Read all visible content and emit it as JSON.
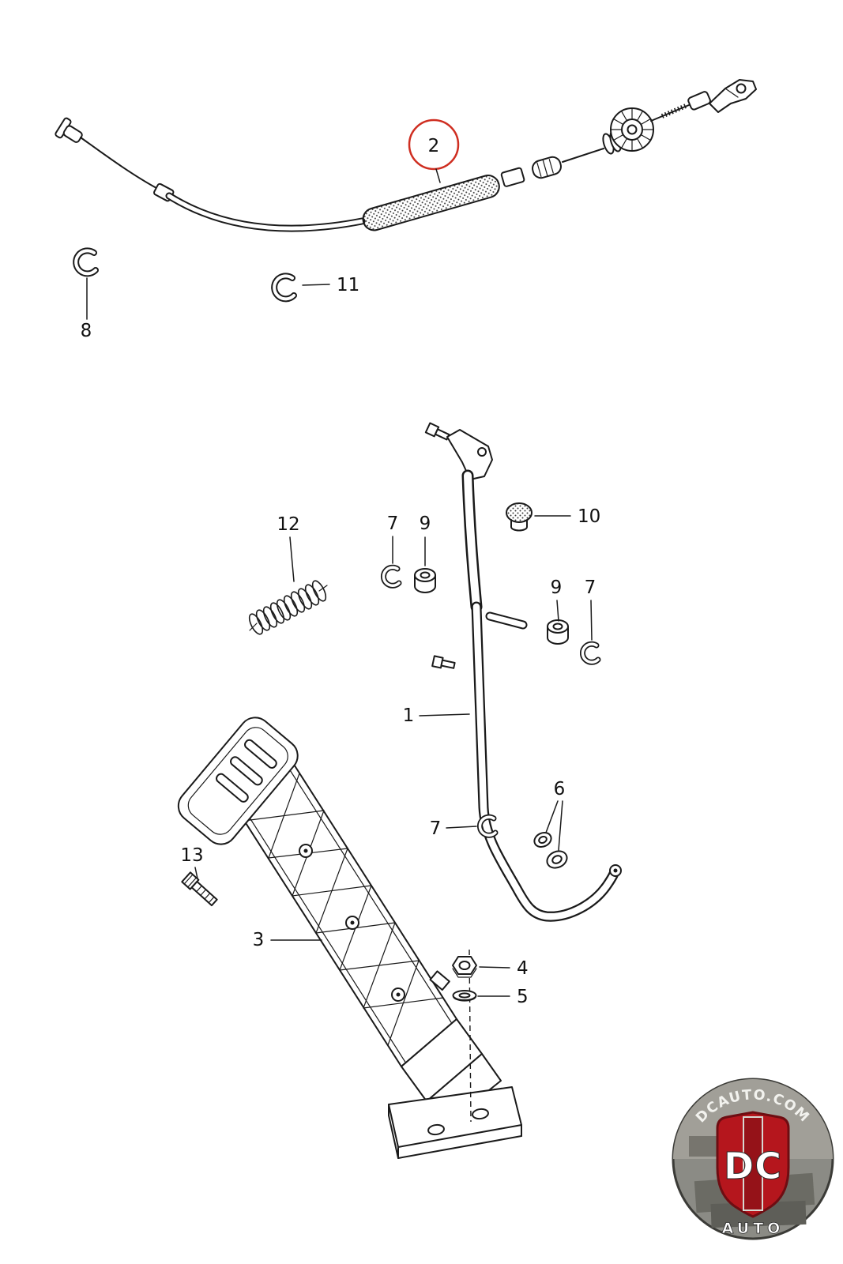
{
  "diagram": {
    "highlight_color": "#cf2e21",
    "line_color": "#1a1a1a",
    "callouts": {
      "p1": "1",
      "p2": "2",
      "p3": "3",
      "p4": "4",
      "p5": "5",
      "p6": "6",
      "p7_upper": "7",
      "p7_right": "7",
      "p7_lower": "7",
      "p8": "8",
      "p9_upper": "9",
      "p9_right": "9",
      "p10": "10",
      "p11": "11",
      "p12": "12",
      "p13": "13"
    }
  },
  "logo": {
    "arc_text": "DCAUTO.COM",
    "shield_text": "DC",
    "bottom_text": "AUTO",
    "shield_color": "#b5161d"
  }
}
